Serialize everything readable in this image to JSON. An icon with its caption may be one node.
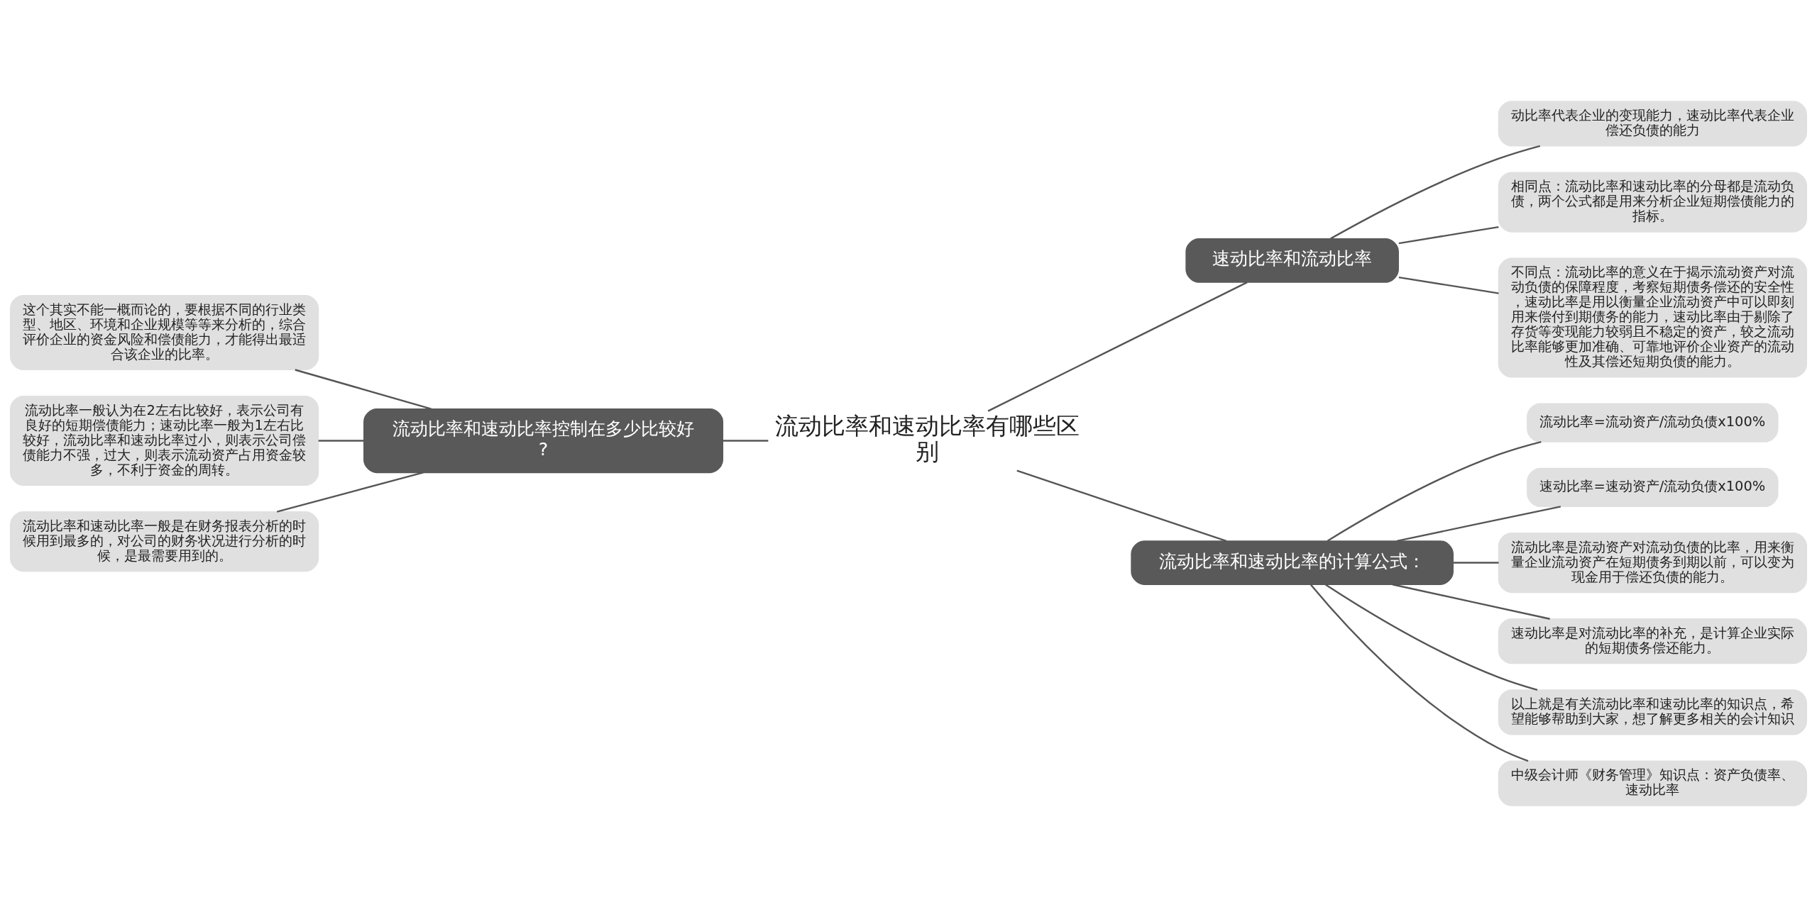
{
  "diagram": {
    "nodes": [
      {
        "text": [
          "流动比率和速动比率有哪些区别"
        ]
      },
      {
        "text": [
          "流动比率和速动比率控制在多少比较好?"
        ]
      },
      {
        "text": [
          "这个其实不能一概而论的，要根据不同的行业类型、地区、环境和企业规模等等来分析的，综合评价企业的资金风险和偿债能力，才能得出最适合该企业的比率。"
        ]
      },
      {
        "text": [
          "流动比率一般认为在2左右比较好，表示公司有良好的短期偿债能力；速动比率一般为1左右比较好，流动比率和速动比率过小，则表示公司偿债能力不强，过大，则表示流动资产占用资金较多，不利于资金的周转。"
        ]
      },
      {
        "text": [
          "流动比率和速动比率一般是在财务报表分析的时候用到最多的，对公司的财务状况进行分析的时候，是最需要用到的。"
        ]
      },
      {
        "text": [
          "速动比率和流动比率"
        ]
      },
      {
        "text": [
          "动比率代表企业的变现能力，速动比率代表企业偿还负债的能力"
        ]
      },
      {
        "text": [
          "相同点：流动比率和速动比率的分母都是流动负债，两个公式都是用来分析企业短期偿债能力的指标。"
        ]
      },
      {
        "text": [
          "不同点：流动比率的意义在于揭示流动资产对流动负债的保障程度，考察短期债务偿还的安全性，速动比率是用以衡量企业流动资产中可以即刻用来偿付到期债务的能力，速动比率由于剔除了存货等变现能力较弱且不稳定的资产，较之流动比率能够更加准确、可靠地评价企业资产的流动性及其偿还短期负债的能力。"
        ]
      },
      {
        "text": [
          "流动比率和速动比率的计算公式："
        ]
      },
      {
        "text": [
          "流动比率=流动资产/流动负债x100%"
        ]
      },
      {
        "text": [
          "速动比率=速动资产/流动负债x100%"
        ]
      },
      {
        "text": [
          "流动比率是流动资产对流动负债的比率，用来衡量企业流动资产在短期债务到期以前，可以变为现金用于偿还负债的能力。"
        ]
      },
      {
        "text": [
          "速动比率是对流动比率的补充，是计算企业实际的短期债务偿还能力。"
        ]
      },
      {
        "text": [
          "以上就是有关流动比率和速动比率的知识点，希望能够帮助到大家，想了解更多相关的会计知识"
        ]
      },
      {
        "text": [
          "中级会计师《财务管理》知识点：资产负债率、速动比率"
        ]
      }
    ],
    "edges": [
      {
        "from": 0,
        "to": 1,
        "arrow": "none"
      },
      {
        "from": 1,
        "to": 2,
        "arrow": "none"
      },
      {
        "from": 1,
        "to": 3,
        "arrow": "none"
      },
      {
        "from": 1,
        "to": 4,
        "arrow": "none"
      },
      {
        "from": 0,
        "to": 5,
        "arrow": "none"
      },
      {
        "from": 5,
        "to": 6,
        "arrow": "none"
      },
      {
        "from": 5,
        "to": 7,
        "arrow": "none"
      },
      {
        "from": 5,
        "to": 8,
        "arrow": "none"
      },
      {
        "from": 0,
        "to": 9,
        "arrow": "none"
      },
      {
        "from": 9,
        "to": 10,
        "arrow": "none"
      },
      {
        "from": 9,
        "to": 11,
        "arrow": "none"
      },
      {
        "from": 9,
        "to": 12,
        "arrow": "none"
      },
      {
        "from": 9,
        "to": 13,
        "arrow": "none"
      },
      {
        "from": 9,
        "to": 14,
        "arrow": "none"
      },
      {
        "from": 9,
        "to": 15,
        "arrow": "none"
      }
    ]
  }
}
